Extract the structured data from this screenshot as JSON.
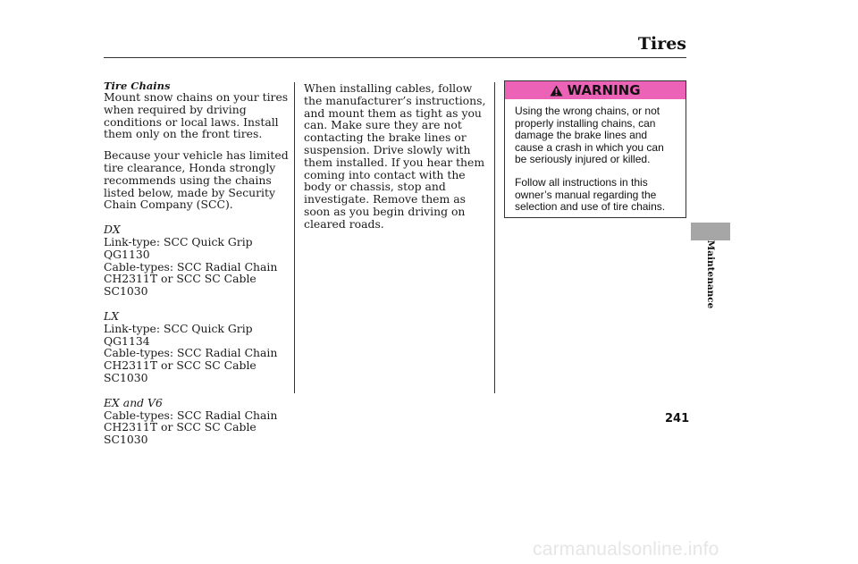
{
  "header": {
    "title": "Tires"
  },
  "section": {
    "heading": "Tire Chains"
  },
  "column1": {
    "intro": "Mount snow chains on your tires when required by driving conditions or local laws. Install them only on the front tires.",
    "clearance": "Because your vehicle has limited tire clearance, Honda strongly recommends using the chains listed below, made by Security Chain Company (SCC).",
    "trims": [
      {
        "name": "DX",
        "lines": [
          "Link-type: SCC Quick Grip QG1130",
          "Cable-types: SCC Radial Chain",
          "CH2311T or SCC SC Cable SC1030"
        ]
      },
      {
        "name": "LX",
        "lines": [
          "Link-type: SCC Quick Grip QG1134",
          "Cable-types: SCC Radial Chain",
          "CH2311T or SCC SC Cable SC1030"
        ]
      },
      {
        "name": "EX and V6",
        "lines": [
          "Cable-types: SCC Radial Chain",
          "CH2311T or SCC SC Cable SC1030"
        ]
      }
    ]
  },
  "column2": {
    "text": "When installing cables, follow the manufacturer’s instructions, and mount them as tight as you can. Make sure they are not contacting the brake lines or suspension. Drive slowly with them installed. If you hear them coming into contact with the body or chassis, stop and investigate. Remove them as soon as you begin driving on cleared roads."
  },
  "warning": {
    "label": "WARNING",
    "icon": "warning-triangle-icon",
    "banner_color": "#ec62b6",
    "paragraphs": [
      "Using the wrong chains, or not properly installing chains, can damage the brake lines and cause a crash in which you can be seriously injured or killed.",
      "Follow all instructions in this owner’s manual regarding the selection and use of tire chains."
    ]
  },
  "side": {
    "label": "Maintenance",
    "tab_color": "#a6a6a6"
  },
  "page_number": "241",
  "watermark": "carmanualsonline.info"
}
